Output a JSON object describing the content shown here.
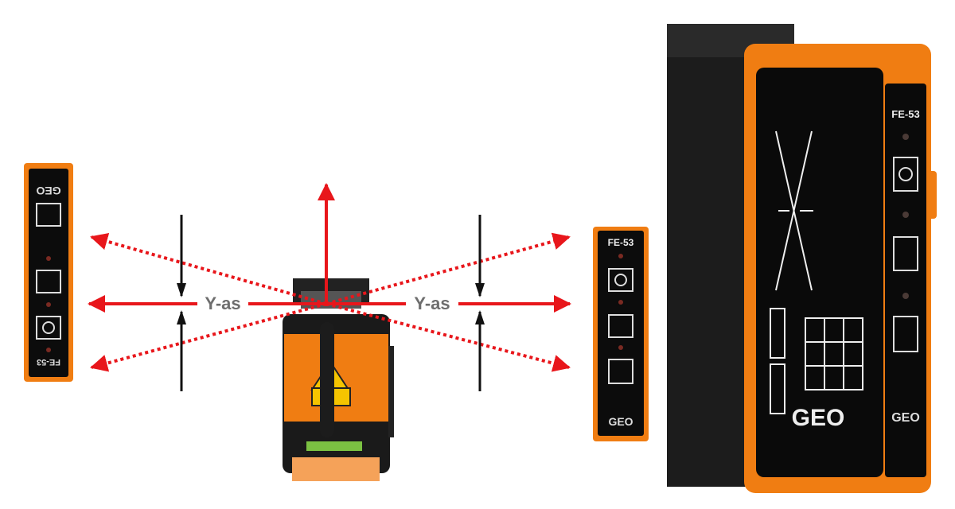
{
  "axis_labels": {
    "left": "Y-as",
    "right": "Y-as"
  },
  "detectors": {
    "left": {
      "model": "FE-53",
      "brand": "GEO"
    },
    "middle": {
      "model": "FE-53",
      "brand": "GEO"
    },
    "large": {
      "model": "FE-53",
      "brand": "GEO"
    }
  },
  "colors": {
    "laser": "#e8161b",
    "orange": "#f07d12",
    "body": "#111111",
    "label": "#6e6e6e"
  }
}
